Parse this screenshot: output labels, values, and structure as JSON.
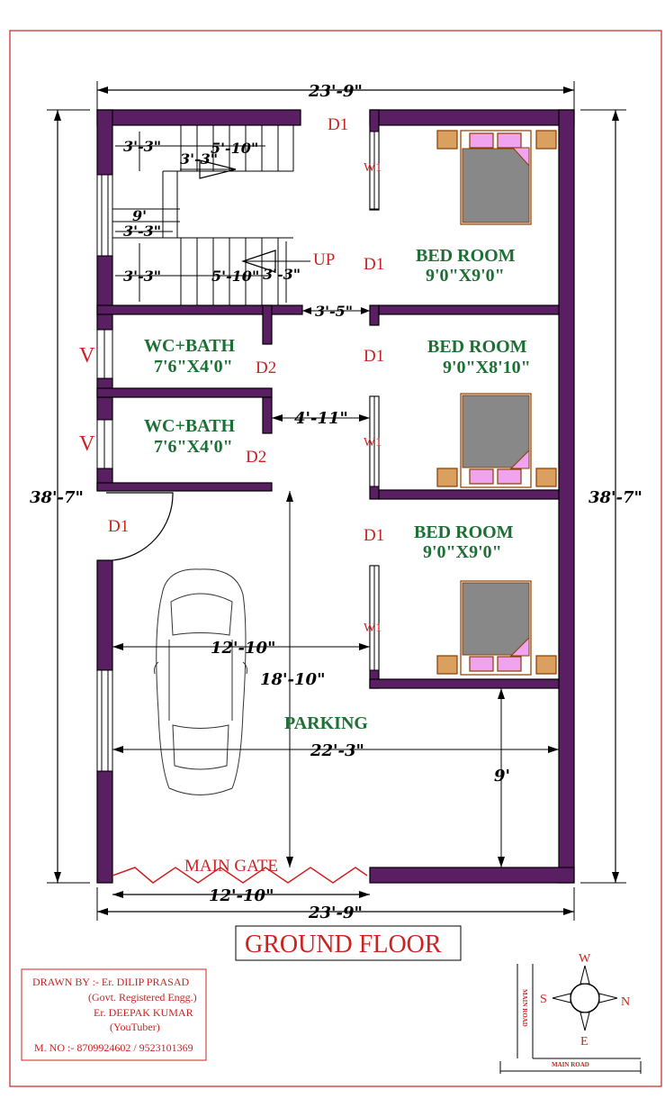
{
  "plan": {
    "title": "GROUND FLOOR",
    "rooms": {
      "bed1": {
        "name": "BED ROOM",
        "size": "9'0\"X9'0\""
      },
      "bed2": {
        "name": "BED ROOM",
        "size": "9'0\"X8'10\""
      },
      "bed3": {
        "name": "BED ROOM",
        "size": "9'0\"X9'0\""
      },
      "wc1": {
        "name": "WC+BATH",
        "size": "7'6\"X4'0\""
      },
      "wc2": {
        "name": "WC+BATH",
        "size": "7'6\"X4'0\""
      },
      "parking": "PARKING"
    },
    "labels": {
      "door": "D1",
      "door2": "D2",
      "window": "W1",
      "vent": "V",
      "up": "UP",
      "main_gate": "MAIN GATE"
    },
    "dimensions": {
      "width": "23'-9\"",
      "height": "38'-7\"",
      "stair_a": "3'-3\"",
      "stair_b": "5'-10\"",
      "stair_c": "3'-3\"",
      "stair_d": "9'",
      "stair_e": "3'-3\"",
      "stair_f": "3'-3\"",
      "stair_g": "5'-10\"",
      "stair_h": "3'-3\"",
      "passage_1": "3'-5\"",
      "passage_2": "4'-11\"",
      "parking_w1": "12'-10\"",
      "parking_h": "18'-10\"",
      "parking_w2": "22'-3\"",
      "parking_d": "9'",
      "gate": "12'-10\""
    },
    "credits": {
      "line1": "DRAWN BY :-  Er. DILIP PRASAD",
      "line2": "(Govt. Registered Engg.)",
      "line3": "Er. DEEPAK KUMAR",
      "line4": "(YouTuber)",
      "line5": "M. NO :- 8709924602 / 9523101369"
    },
    "compass": {
      "n": "N",
      "s": "S",
      "e": "E",
      "w": "W"
    },
    "road": "MAIN ROAD",
    "colors": {
      "wall": "#5a1f63",
      "room_text": "#1e6f35",
      "accent": "#cc2222"
    }
  }
}
